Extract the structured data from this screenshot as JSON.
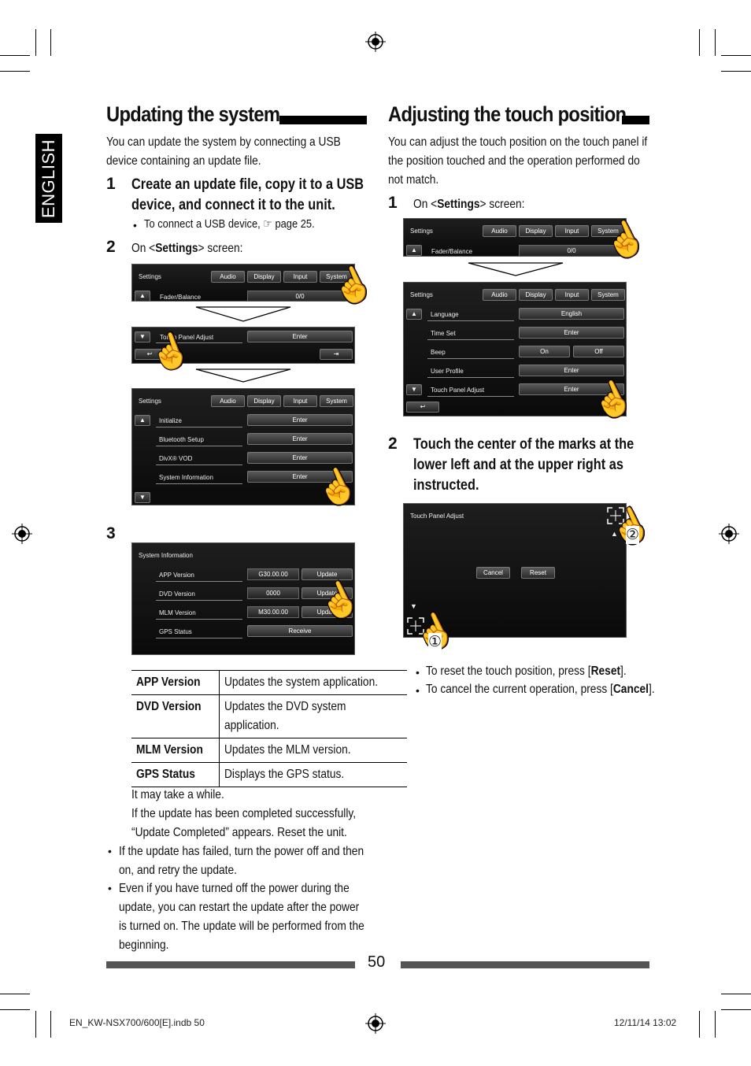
{
  "language_tab": "ENGLISH",
  "left": {
    "title": "Updating the system",
    "intro": "You can update the system by connecting a USB device containing an update file.",
    "step1_num": "1",
    "step1_text": "Create an update file, copy it to a USB device, and connect it to the unit.",
    "step1_bullet": "To connect a USB device, ☞ page 25.",
    "step2_num": "2",
    "step2_text_pre": "On <",
    "step2_text_bold": "Settings",
    "step2_text_post": "> screen:",
    "step3_num": "3",
    "screen_a": {
      "title": "Settings",
      "tabs": [
        "Audio",
        "Display",
        "Input",
        "System"
      ],
      "row_label": "Fader/Balance",
      "row_value": "0/0"
    },
    "screen_b": {
      "row_label": "Touch Panel Adjust",
      "row_value": "Enter"
    },
    "screen_c": {
      "title": "Settings",
      "tabs": [
        "Audio",
        "Display",
        "Input",
        "System"
      ],
      "rows": [
        {
          "label": "Initialize",
          "value": "Enter"
        },
        {
          "label": "Bluetooth Setup",
          "value": "Enter"
        },
        {
          "label": "DivX® VOD",
          "value": "Enter"
        },
        {
          "label": "System Information",
          "value": "Enter"
        }
      ]
    },
    "screen_d": {
      "title": "System Information",
      "rows": [
        {
          "label": "APP Version",
          "value": "G30.00.00",
          "button": "Update"
        },
        {
          "label": "DVD Version",
          "value": "0000",
          "button": "Update"
        },
        {
          "label": "MLM Version",
          "value": "M30.00.00",
          "button": "Update"
        },
        {
          "label": "GPS Status",
          "value": "Receive",
          "button": ""
        }
      ]
    },
    "table": [
      {
        "key": "APP Version",
        "value": [
          "Updates the system application."
        ]
      },
      {
        "key": "DVD Version",
        "value": [
          "Updates the DVD system",
          "application."
        ]
      },
      {
        "key": "MLM Version",
        "value": [
          "Updates the MLM version."
        ]
      },
      {
        "key": "GPS Status",
        "value": [
          "Displays the GPS status."
        ]
      }
    ],
    "note1": "It may take a while.",
    "note2": "If the update has been completed successfully,",
    "note3": "“Update Completed” appears. Reset the unit.",
    "bullet1": [
      "If the update has failed, turn the power off and then",
      "on, and retry the update."
    ],
    "bullet2": [
      "Even if you have turned off the power during the",
      "update, you can restart the update after the power",
      "is turned on. The update will be performed from the",
      "beginning."
    ]
  },
  "right": {
    "title": "Adjusting the touch position",
    "intro": [
      "You can adjust the touch position on the touch panel if",
      "the position touched and the operation performed do",
      "not match."
    ],
    "step1_num": "1",
    "step1_pre": "On <",
    "step1_bold": "Settings",
    "step1_post": "> screen:",
    "screen_a": {
      "title": "Settings",
      "tabs": [
        "Audio",
        "Display",
        "Input",
        "System"
      ],
      "row_label": "Fader/Balance",
      "row_value": "0/0"
    },
    "screen_b": {
      "title": "Settings",
      "tabs": [
        "Audio",
        "Display",
        "Input",
        "System"
      ],
      "rows": [
        {
          "label": "Language",
          "value": "English"
        },
        {
          "label": "Time Set",
          "value": "Enter"
        },
        {
          "label": "Beep",
          "value": "On",
          "value2": "Off"
        },
        {
          "label": "User Profile",
          "value": "Enter"
        },
        {
          "label": "Touch Panel Adjust",
          "value": "Enter"
        }
      ]
    },
    "step2_num": "2",
    "step2_text": [
      "Touch the center of the marks at the",
      "lower left and at the upper right as",
      "instructed."
    ],
    "screen_c": {
      "title": "Touch Panel Adjust",
      "cancel": "Cancel",
      "reset": "Reset",
      "mark1": "①",
      "mark2": "②"
    },
    "bullet1_pre": "To reset the touch position, press [",
    "bullet1_bold": "Reset",
    "bullet1_post": "].",
    "bullet2_pre": "To cancel the current operation, press [",
    "bullet2_bold": "Cancel",
    "bullet2_post": "]."
  },
  "page_number": "50",
  "footer_left": "EN_KW-NSX700/600[E].indb   50",
  "footer_right": "12/11/14   13:02"
}
